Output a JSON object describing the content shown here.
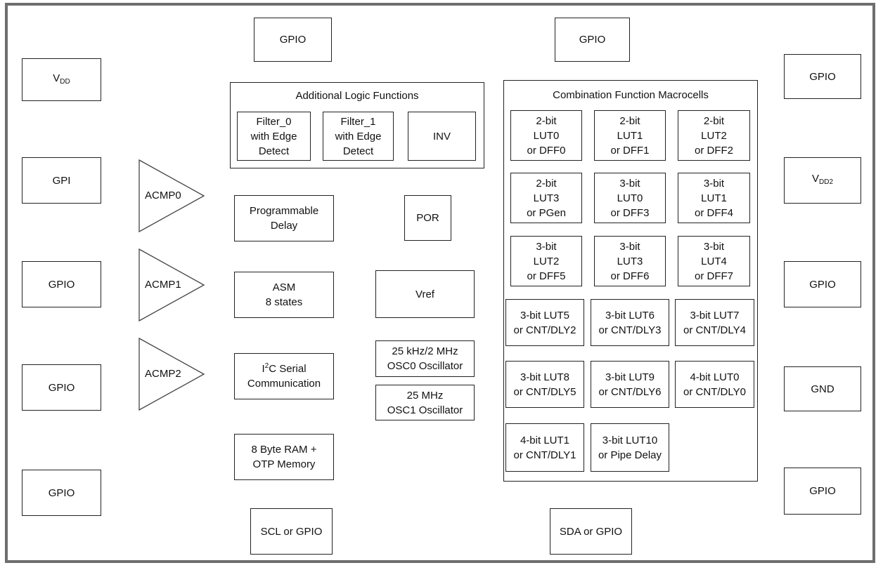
{
  "pins": {
    "top_left": "GPIO",
    "top_right": "GPIO",
    "left": [
      {
        "text": "V",
        "sub": "DD"
      },
      {
        "text": "GPI"
      },
      {
        "text": "GPIO"
      },
      {
        "text": "GPIO"
      },
      {
        "text": "GPIO"
      }
    ],
    "right": [
      {
        "text": "GPIO"
      },
      {
        "text": "V",
        "sub": "DD2"
      },
      {
        "text": "GPIO"
      },
      {
        "text": "GND"
      },
      {
        "text": "GPIO"
      }
    ],
    "bottom_left": "SCL or GPIO",
    "bottom_right": "SDA or GPIO"
  },
  "additional_logic": {
    "title": "Additional Logic Functions",
    "items": [
      "Filter_0\nwith Edge\nDetect",
      "Filter_1\nwith Edge\nDetect",
      "INV"
    ]
  },
  "comparators": [
    "ACMP0",
    "ACMP1",
    "ACMP2"
  ],
  "center_blocks": {
    "prog_delay": "Programmable\nDelay",
    "asm": "ASM\n8 states",
    "i2c_sup": "2",
    "i2c_line1_a": "I",
    "i2c_line1_b": "C Serial",
    "i2c_line2": "Communication",
    "ram": "8 Byte RAM +\nOTP Memory",
    "por": "POR",
    "vref": "Vref",
    "osc0": "25 kHz/2 MHz\nOSC0 Oscillator",
    "osc1": "25 MHz\nOSC1 Oscillator"
  },
  "macrocells": {
    "title": "Combination Function Macrocells",
    "row1": [
      "2-bit\nLUT0\nor DFF0",
      "2-bit\nLUT1\nor DFF1",
      "2-bit\nLUT2\nor DFF2"
    ],
    "row2": [
      "2-bit\nLUT3\nor PGen",
      "3-bit\nLUT0\nor DFF3",
      "3-bit\nLUT1\nor DFF4"
    ],
    "row3": [
      "3-bit\nLUT2\nor DFF5",
      "3-bit\nLUT3\nor DFF6",
      "3-bit\nLUT4\nor DFF7"
    ],
    "row4": [
      "3-bit LUT5\nor CNT/DLY2",
      "3-bit LUT6\nor CNT/DLY3",
      "3-bit LUT7\nor CNT/DLY4"
    ],
    "row5": [
      "3-bit LUT8\nor CNT/DLY5",
      "3-bit LUT9\nor CNT/DLY6",
      "4-bit LUT0\nor CNT/DLY0"
    ],
    "row6": [
      "4-bit LUT1\nor CNT/DLY1",
      "3-bit LUT10\nor Pipe Delay"
    ]
  }
}
